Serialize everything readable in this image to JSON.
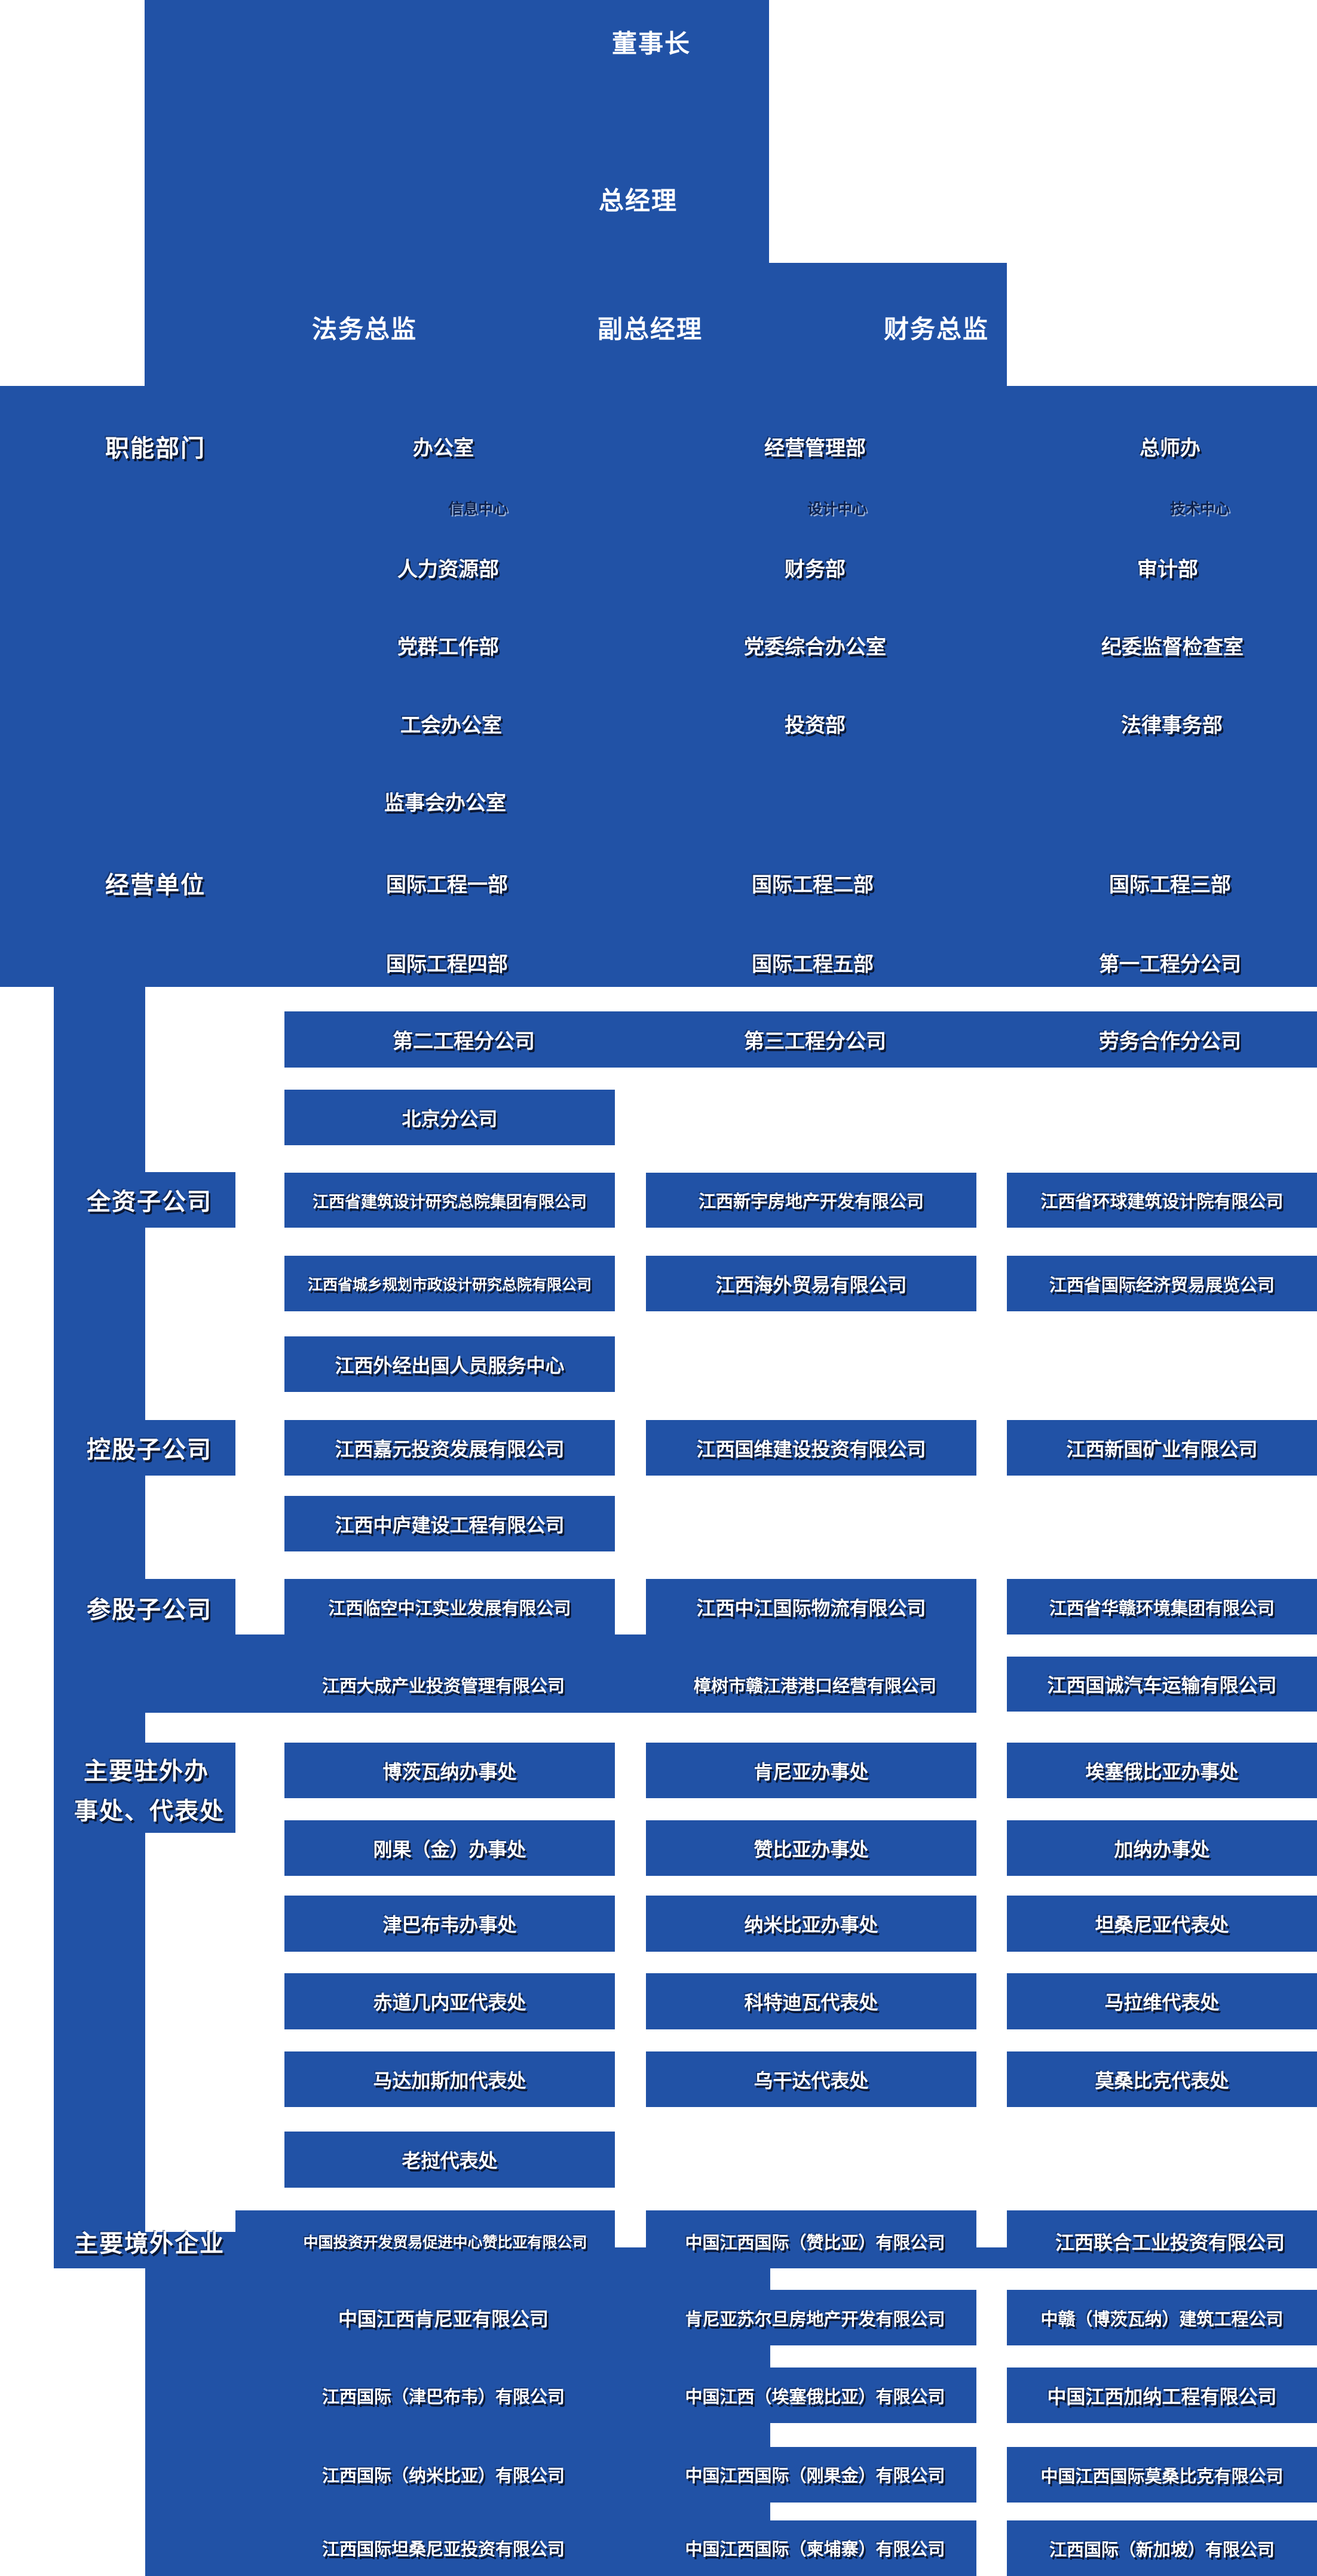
{
  "colors": {
    "block_blue": "#2152a6",
    "text_white": "#ffffff",
    "small_text_navy": "#0d224f"
  },
  "top": {
    "chairman": "董事长",
    "general_manager": "总经理",
    "legal_director": "法务总监",
    "deputy_general_manager": "副总经理",
    "finance_director": "财务总监"
  },
  "sections": {
    "functional": {
      "label": "职能部门",
      "rows": [
        [
          "办公室",
          "经营管理部",
          "总师办"
        ],
        [
          "信息中心",
          "设计中心",
          "技术中心"
        ],
        [
          "人力资源部",
          "财务部",
          "审计部"
        ],
        [
          "党群工作部",
          "党委综合办公室",
          "纪委监督检查室"
        ],
        [
          "工会办公室",
          "投资部",
          "法律事务部"
        ],
        [
          "监事会办公室"
        ]
      ]
    },
    "business": {
      "label": "经营单位",
      "rows": [
        [
          "国际工程一部",
          "国际工程二部",
          "国际工程三部"
        ],
        [
          "国际工程四部",
          "国际工程五部",
          "第一工程分公司"
        ],
        [
          "第二工程分公司",
          "第三工程分公司",
          "劳务合作分公司"
        ],
        [
          "北京分公司"
        ]
      ]
    },
    "wholly_owned": {
      "label": "全资子公司",
      "rows": [
        [
          "江西省建筑设计研究总院集团有限公司",
          "江西新宇房地产开发有限公司",
          "江西省环球建筑设计院有限公司"
        ],
        [
          "江西省城乡规划市政设计研究总院有限公司",
          "江西海外贸易有限公司",
          "江西省国际经济贸易展览公司"
        ],
        [
          "江西外经出国人员服务中心"
        ]
      ]
    },
    "holding": {
      "label": "控股子公司",
      "rows": [
        [
          "江西嘉元投资发展有限公司",
          "江西国维建设投资有限公司",
          "江西新国矿业有限公司"
        ],
        [
          "江西中庐建设工程有限公司"
        ]
      ]
    },
    "participating": {
      "label": "参股子公司",
      "rows": [
        [
          "江西临空中江实业发展有限公司",
          "江西中江国际物流有限公司",
          "江西省华赣环境集团有限公司"
        ],
        [
          "江西大成产业投资管理有限公司",
          "樟树市赣江港港口经营有限公司",
          "江西国诚汽车运输有限公司"
        ]
      ]
    },
    "offices": {
      "label_lines": [
        "主要驻外办",
        "事处、代表处"
      ],
      "rows": [
        [
          "博茨瓦纳办事处",
          "肯尼亚办事处",
          "埃塞俄比亚办事处"
        ],
        [
          "刚果（金）办事处",
          "赞比亚办事处",
          "加纳办事处"
        ],
        [
          "津巴布韦办事处",
          "纳米比亚办事处",
          "坦桑尼亚代表处"
        ],
        [
          "赤道几内亚代表处",
          "科特迪瓦代表处",
          "马拉维代表处"
        ],
        [
          "马达加斯加代表处",
          "乌干达代表处",
          "莫桑比克代表处"
        ],
        [
          "老挝代表处"
        ]
      ]
    },
    "overseas": {
      "label": "主要境外企业",
      "rows": [
        [
          "中国投资开发贸易促进中心赞比亚有限公司",
          "中国江西国际（赞比亚）有限公司",
          "江西联合工业投资有限公司"
        ],
        [
          "中国江西肯尼亚有限公司",
          "肯尼亚苏尔旦房地产开发有限公司",
          "中赣（博茨瓦纳）建筑工程公司"
        ],
        [
          "江西国际（津巴布韦）有限公司",
          "中国江西（埃塞俄比亚）有限公司",
          "中国江西加纳工程有限公司"
        ],
        [
          "江西国际（纳米比亚）有限公司",
          "中国江西国际（刚果金）有限公司",
          "中国江西国际莫桑比克有限公司"
        ],
        [
          "江西国际坦桑尼亚投资有限公司",
          "中国江西国际（柬埔寨）有限公司",
          "江西国际（新加坡）有限公司"
        ]
      ]
    }
  }
}
